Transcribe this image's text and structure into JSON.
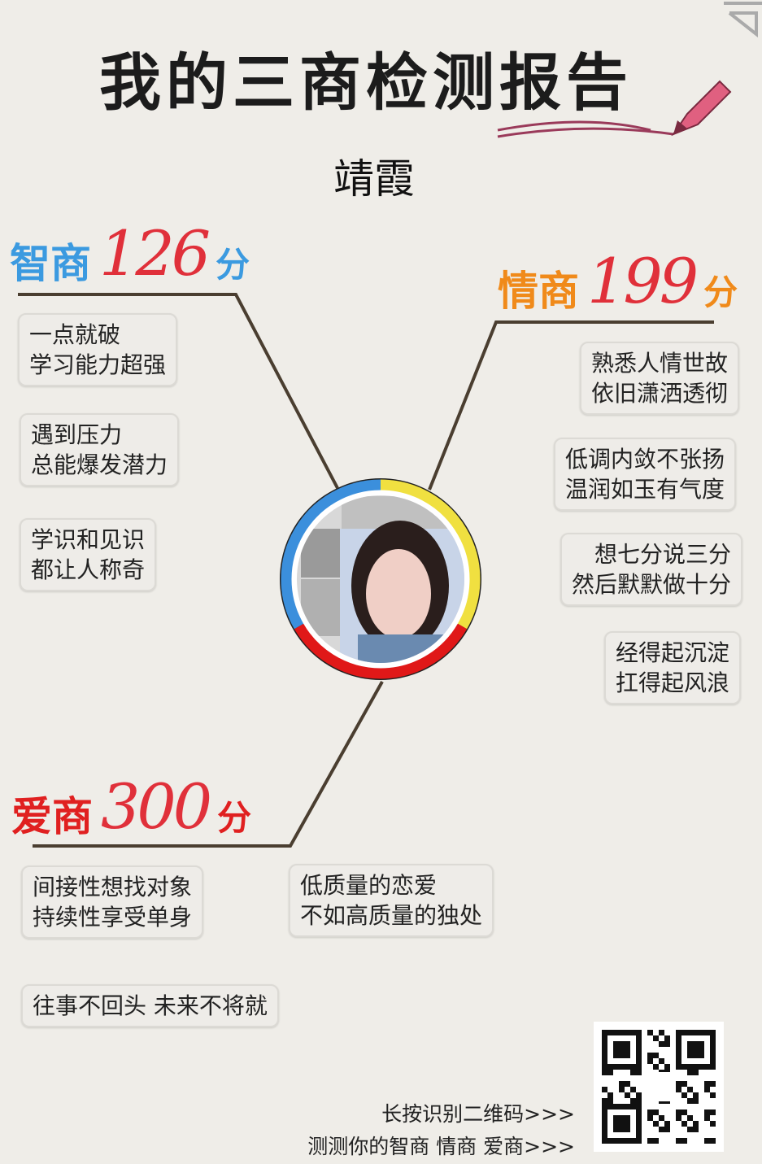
{
  "title": "我的三商检测报告",
  "name": "靖霞",
  "iq": {
    "label": "智商",
    "score": "126",
    "unit": "分",
    "color": "#3b9ae0",
    "lines": [
      [
        "一点就破",
        "学习能力超强"
      ],
      [
        "遇到压力",
        "总能爆发潜力"
      ],
      [
        "学识和见识",
        "都让人称奇"
      ]
    ]
  },
  "eq": {
    "label": "情商",
    "score": "199",
    "unit": "分",
    "color": "#f08a1a",
    "lines": [
      [
        "熟悉人情世故",
        "依旧潇洒透彻"
      ],
      [
        "低调内敛不张扬",
        "温润如玉有气度"
      ],
      [
        "想七分说三分",
        "然后默默做十分"
      ],
      [
        "经得起沉淀",
        "扛得起风浪"
      ]
    ]
  },
  "lq": {
    "label": "爱商",
    "score": "300",
    "unit": "分",
    "color": "#e02020",
    "lines": [
      [
        "间接性想找对象",
        "持续性享受单身"
      ],
      [
        "低质量的恋爱",
        "不如高质量的独处"
      ],
      [
        "往事不回头 未来不将就"
      ]
    ]
  },
  "ring_colors": {
    "iq": "#3b8fdc",
    "eq": "#f0e040",
    "lq": "#e01818"
  },
  "footer": {
    "line1": "长按识别二维码>>>",
    "line2": "测测你的智商  情商  爱商>>>"
  },
  "icons": {
    "pen": "pen-icon",
    "corner": "corner-triangle-icon",
    "qr": "qr-code"
  }
}
